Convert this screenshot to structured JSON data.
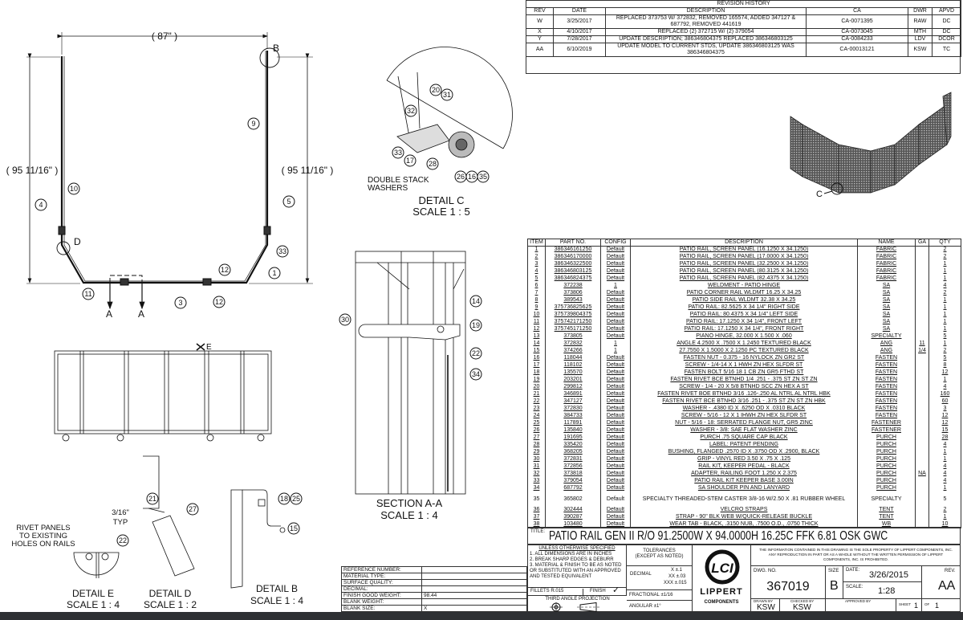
{
  "revision_history": {
    "title": "REVISION HISTORY",
    "headers": [
      "REV",
      "DATE",
      "DESCRIPTION",
      "CA",
      "DWR",
      "APVD"
    ],
    "rows": [
      [
        "W",
        "3/25/2017",
        "REPLACED 373753 W/ 372832, REMOVED 165574, ADDED 347127 & 687792, REMOVED 441619",
        "CA-0071395",
        "RAW",
        "DC"
      ],
      [
        "X",
        "4/10/2017",
        "REPLACED (2) 372715 W/ (2) 379054",
        "CA-0073045",
        "MTH",
        "DC"
      ],
      [
        "Y",
        "7/28/2017",
        "UPDATE DESCRIPTION; 386346804375 REPLACED 386346803125",
        "CA-0084233",
        "LDV",
        "DCOR"
      ],
      [
        "AA",
        "6/10/2019",
        "UPDATE MODEL TO CURRENT STDS, UPDATE 386346803125 WAS 386346804375",
        "CA-00013121",
        "KSW",
        "TC"
      ]
    ]
  },
  "bom": {
    "headers": [
      "ITEM",
      "PART NO.",
      "CONFIG",
      "DESCRIPTION",
      "NAME",
      "GA",
      "QTY"
    ],
    "rows": [
      [
        "1",
        "386346161250",
        "Default",
        "PATIO RAIL, SCREEN PANEL (16.1250 X 34.1250)",
        "FABRIC",
        "",
        "2"
      ],
      [
        "2",
        "386346170000",
        "Default",
        "PATIO RAIL, SCREEN PANEL (17.0000 X 34.1250)",
        "FABRIC",
        "",
        "2"
      ],
      [
        "3",
        "386346322500",
        "Default",
        "PATIO RAIL, SCREEN PANEL (32.2500 X 34.1250)",
        "FABRIC",
        "",
        "1"
      ],
      [
        "4",
        "386346803125",
        "Default",
        "PATIO RAIL, SCREEN PANEL (80.3125 X 34.1250)",
        "FABRIC",
        "",
        "1"
      ],
      [
        "5",
        "386346824375",
        "Default",
        "PATIO RAIL, SCREEN PANEL (82.4375 X 34.1250)",
        "FABRIC",
        "",
        "1"
      ],
      [
        "6",
        "372238",
        "1",
        "WELDMENT - PATIO HINGE",
        "SA",
        "",
        "4"
      ],
      [
        "7",
        "373806",
        "Default",
        "PATIO CORNER RAIL WLDMT 16.25 X 34.25",
        "SA",
        "",
        "2"
      ],
      [
        "8",
        "389543",
        "Default",
        "PATIO SIDE RAIL WLDMT 32.38 X 34.25",
        "SA",
        "",
        "1"
      ],
      [
        "9",
        "375736825625",
        "Default",
        "PATIO RAIL: 82.5625 X 34 1/4\" RIGHT SIDE",
        "SA",
        "",
        "1"
      ],
      [
        "10",
        "375739804375",
        "Default",
        "PATIO RAIL: 80.4375 X 34 1/4\" LEFT SIDE",
        "SA",
        "",
        "1"
      ],
      [
        "11",
        "375742171250",
        "Default",
        "PATIO RAIL: 17.1250 X 34 1/4\", FRONT LEFT",
        "SA",
        "",
        "1"
      ],
      [
        "12",
        "375745171250",
        "Default",
        "PATIO RAIL: 17.1250 X 34 1/4\", FRONT RIGHT",
        "SA",
        "",
        "1"
      ],
      [
        "13",
        "373805",
        "Default",
        "PIANO HINGE, 32.000 X 1.500 X .060",
        "SPECIALTY",
        "",
        "5"
      ],
      [
        "14",
        "372832",
        "1",
        "ANGLE 4.2500 X .7500 X 1.2450 TEXTURED BLACK",
        "ANG",
        "11",
        "1"
      ],
      [
        "15",
        "374266",
        "1",
        "27.7550 X 1.5000 X 2.1250 PC TEXTURED BLACK",
        "ANG",
        "1/4",
        "2"
      ],
      [
        "16",
        "118044",
        "Default",
        "FASTEN NUT - 0.375 - 16 NYLOCK ZN GR2 ST",
        "FASTEN",
        "",
        "5"
      ],
      [
        "17",
        "118102",
        "Default",
        "SCREW - 1/4-14 X 1 HWH ZN HEX SLFDR ST",
        "FASTEN",
        "",
        "8"
      ],
      [
        "18",
        "135570",
        "Default",
        "FASTEN BOLT 5/16 18 1 CB ZN GR5 FTHD ST",
        "FASTEN",
        "",
        "12"
      ],
      [
        "19",
        "203201",
        "Default",
        "FASTEN RIVET BCE BTNHD 1/4 .251 - .375 ST ZN ST ZN",
        "FASTEN",
        "",
        "1"
      ],
      [
        "20",
        "299812",
        "Default",
        "SCREW - 1/4 - 20 X 5/8 BTNHD SCC ZN HEX A ST",
        "FASTEN",
        "",
        "4"
      ],
      [
        "21",
        "346891",
        "Default",
        "FASTEN RIVET BOE BTNHD 3/16 .126-.250 AL NTRL AL NTRL HBK",
        "FASTEN",
        "",
        "160"
      ],
      [
        "22",
        "347127",
        "Default",
        "FASTEN RIVET BCE BTNHD 3/16 .251 - .375 ST ZN ST ZN HBK",
        "FASTEN",
        "",
        "60"
      ],
      [
        "23",
        "372830",
        "Default",
        "WASHER - .4380 ID X .6250 OD X .0310 BLACK",
        "FASTEN",
        "",
        "3"
      ],
      [
        "24",
        "384733",
        "Default",
        "SCREW - 5/16 - 12 X 1 IHWH ZN HEX SLFDR ST",
        "FASTEN",
        "",
        "12"
      ],
      [
        "25",
        "117891",
        "Default",
        "NUT - 5/16 - 18: SERRATED FLANGE NUT, GR5 ZINC",
        "FASTENER",
        "",
        "12"
      ],
      [
        "26",
        "135840",
        "Default",
        "WASHER - 3/8: SAE FLAT WASHER ZINC",
        "FASTENER",
        "",
        "15"
      ],
      [
        "27",
        "191695",
        "Default",
        "PURCH .75 SQUARE CAP BLACK",
        "PURCH",
        "",
        "28"
      ],
      [
        "28",
        "335420",
        "Default",
        "LABEL: PATENT PENDING",
        "PURCH",
        "",
        "4"
      ],
      [
        "29",
        "368205",
        "Default",
        "BUSHING, FLANGED .2570 ID X .3750 OD X .2900, BLACK",
        "PURCH",
        "",
        "1"
      ],
      [
        "30",
        "372831",
        "Default",
        "GRIP - VINYL RED 3.50 X .75 X .125",
        "PURCH",
        "",
        "1"
      ],
      [
        "31",
        "372856",
        "Default",
        "RAIL KIT, KEEPER PEDAL - BLACK",
        "PURCH",
        "",
        "4"
      ],
      [
        "32",
        "373818",
        "Default",
        "ADAPTER, RAILING FOOT 1.250 X 2.375",
        "PURCH",
        "NA",
        "4"
      ],
      [
        "33",
        "379054",
        "Default",
        "PATIO RAIL KIT KEEPER BASE 3.00IN",
        "PURCH",
        "",
        "4"
      ],
      [
        "34",
        "687792",
        "Default",
        "SA SHOULDER PIN AND LANYARD",
        "PURCH",
        "",
        "1"
      ],
      [
        "35",
        "365802",
        "Default",
        "SPECIALTY THREADED-STEM CASTER 3/8-16 W/2.50 X .81 RUBBER WHEEL",
        "SPECIALTY",
        "",
        "5"
      ],
      [
        "36",
        "302444",
        "Default",
        "VELCRO STRAPS",
        "TENT",
        "",
        "2"
      ],
      [
        "37",
        "390287",
        "Default",
        "STRAP - 90\" BLK WEB W/QUICK-RELEASE BUCKLE",
        "TENT",
        "",
        "1"
      ],
      [
        "38",
        "103480",
        "Default",
        "WEAR TAB - BLACK, .3150 NUB, .7500 O.D., .0750 THICK",
        "WB",
        "",
        "10"
      ]
    ]
  },
  "title_block": {
    "title_label": "TITLE:",
    "title": "PATIO RAIL GEN II R/O 91.2500W X 94.0000H 16.25C FFK 6.81 OSK GWC",
    "notes_heading": "UNLESS OTHERWISE SPECIFIED",
    "notes": [
      "1. ALL DIMENSIONS ARE IN INCHES",
      "2. BREAK SHARP EDGES & DEBURR",
      "3. MATERIAL & FINISH TO BE AS NOTED OR SUBSTITUTED WITH AN APPROVED AND TESTED EQUIVALENT"
    ],
    "fillets": "FILLETS R.015",
    "finish_label": "FINISH",
    "finish_mark": "✓",
    "projection": "THIRD ANGLE PROJECTION",
    "tolerances_heading": "TOLERANCES (EXCEPT AS NOTED)",
    "decimal_label": "DECIMAL",
    "decimal_values": [
      "X ±.1",
      "XX ±.03",
      "XXX ±.015"
    ],
    "fractional": "FRACTIONAL ±1/16",
    "angular": "ANGULAR ±1°",
    "logo_text": "LCI",
    "company_line1": "LIPPERT",
    "company_line2": "COMPONENTS",
    "proprietary": "THE INFORMATION CONTAINED IN THIS DRAWING IS THE SOLE PROPERTY OF LIPPERT COMPONENTS, INC. ANY REPRODUCTION IN PART OR AS A WHOLE WITHOUT THE WRITTEN PERMISSION OF LIPPERT COMPONENTS, INC. IS PROHIBITED.",
    "dwg_no_label": "DWG. NO.",
    "dwg_no": "367019",
    "size_label": "SIZE",
    "size": "B",
    "date_label": "DATE:",
    "date": "3/26/2015",
    "scale_label": "SCALE:",
    "scale": "1:28",
    "rev_label": "REV.",
    "rev": "AA",
    "drawn_by_label": "DRAWN BY",
    "drawn_by": "KSW",
    "checked_by_label": "CHECKED BY",
    "checked_by": "KSW",
    "approved_by_label": "APPROVED BY",
    "sheet_label": "SHEET",
    "sheet": "1",
    "of_label": "OF",
    "of": "1"
  },
  "material_table": [
    [
      "REFERENCE NUMBER:",
      ""
    ],
    [
      "MATERIAL TYPE:",
      ""
    ],
    [
      "SURFACE QUALITY:",
      ""
    ],
    [
      "DECIMAL:",
      ""
    ],
    [
      "FINISH GOOD WEIGHT:",
      "98.44"
    ],
    [
      "BLANK WEIGHT:",
      ""
    ],
    [
      "BLANK SIZE:",
      "X"
    ]
  ],
  "views": {
    "dim_width": "( 87\" )",
    "dim_height_left": "( 95 11/16\" )",
    "dim_height_right": "( 95 11/16\" )",
    "section_mark": "A",
    "detail_b_mark": "B",
    "detail_d_mark": "D",
    "detail_e_mark": "E",
    "detail_c_mark": "C",
    "balloons_plan": [
      "9",
      "10",
      "4",
      "5",
      "33",
      "1",
      "12",
      "12",
      "3",
      "11"
    ],
    "balloons_c": [
      "20",
      "31",
      "32",
      "33",
      "17",
      "28",
      "26",
      "16",
      "35"
    ],
    "balloons_section": [
      "30",
      "14",
      "19",
      "22",
      "34"
    ],
    "balloons_d": [
      "21",
      "27"
    ],
    "balloons_e": [
      "22"
    ],
    "balloons_b": [
      "18",
      "25",
      "15"
    ],
    "double_stack_note": [
      "DOUBLE STACK",
      "WASHERS"
    ],
    "detail_c_label": "DETAIL C",
    "detail_c_scale": "SCALE 1 : 5",
    "section_label": "SECTION A-A",
    "section_scale": "SCALE 1 : 4",
    "rivet_note": [
      "RIVET PANELS",
      "TO EXISTING",
      "HOLES ON RAILS"
    ],
    "gap_note": [
      "3/16\"",
      "TYP"
    ],
    "detail_e_label": "DETAIL E",
    "detail_e_scale": "SCALE 1 : 4",
    "detail_d_label": "DETAIL D",
    "detail_d_scale": "SCALE 1 : 2",
    "detail_b_label": "DETAIL B",
    "detail_b_scale": "SCALE 1 : 4"
  }
}
